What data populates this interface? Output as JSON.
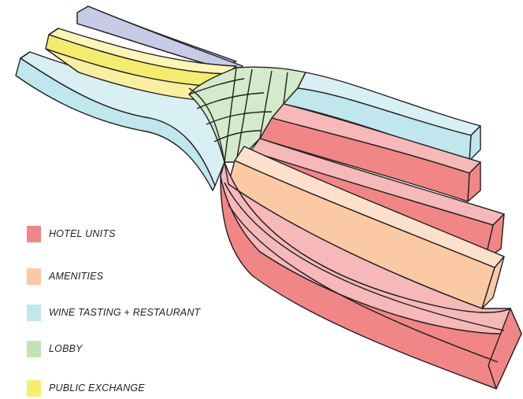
{
  "colors": {
    "hotel_units": "#f4a7a9",
    "hotel_units_dark": "#f08786",
    "amenities": "#fdd8c0",
    "amenities_dark": "#fbc9a4",
    "wine_tasting_restaurant": "#c0e6ee",
    "lobby": "#cde6c6",
    "public_exchange": "#f8f0a0",
    "public_exchange_side": "#f4ec6e",
    "top_band": "#c7cbe6",
    "top_band_side": "#a8aed6",
    "outline": "#231f20"
  },
  "legend": [
    {
      "label": "HOTEL UNITS",
      "color": "#f08786"
    },
    {
      "label": "AMENITIES",
      "color": "#fbc9a4"
    },
    {
      "label": "WINE TASTING + RESTAURANT",
      "color": "#c0e6ee"
    },
    {
      "label": "LOBBY",
      "color": "#c4e3b5"
    },
    {
      "label": "PUBLIC EXCHANGE",
      "color": "#f6ee6e"
    }
  ]
}
